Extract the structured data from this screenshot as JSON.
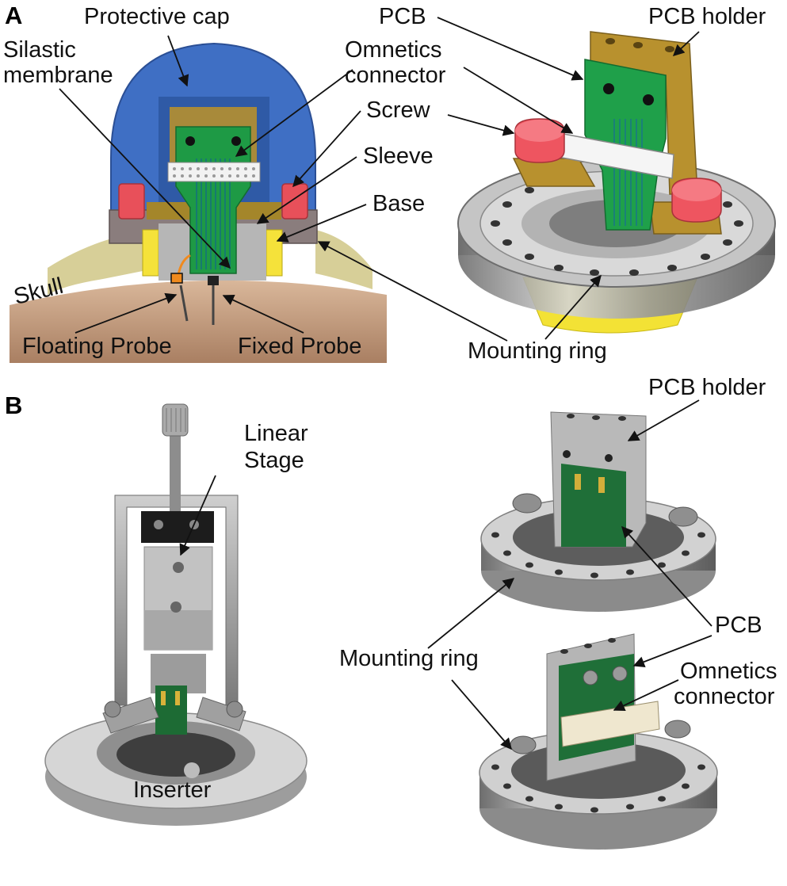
{
  "panel_a": {
    "panel_label": "A",
    "labels": {
      "protective_cap": "Protective cap",
      "silastic_line1": "Silastic",
      "silastic_line2": "membrane",
      "omnetics_line1": "Omnetics",
      "omnetics_line2": "connector",
      "pcb": "PCB",
      "pcb_holder": "PCB holder",
      "screw": "Screw",
      "sleeve": "Sleeve",
      "base": "Base",
      "skull": "Skull",
      "floating_probe": "Floating Probe",
      "fixed_probe": "Fixed Probe",
      "mounting_ring": "Mounting ring"
    }
  },
  "panel_b": {
    "panel_label": "B",
    "labels": {
      "linear_line1": "Linear",
      "linear_line2": "Stage",
      "inserter": "Inserter",
      "pcb_holder": "PCB holder",
      "pcb": "PCB",
      "mounting_ring": "Mounting ring",
      "omnetics_line1": "Omnetics",
      "omnetics_line2": "connector"
    }
  },
  "colors": {
    "cap_blue": "#3f6fc4",
    "pcb_green": "#1e9a45",
    "holder_brass": "#b8912e",
    "screw_red": "#e8505a",
    "base_yellow": "#f5e23a",
    "skull_tan": "#b48c6c",
    "ring_steel": "#8f8f8f"
  }
}
